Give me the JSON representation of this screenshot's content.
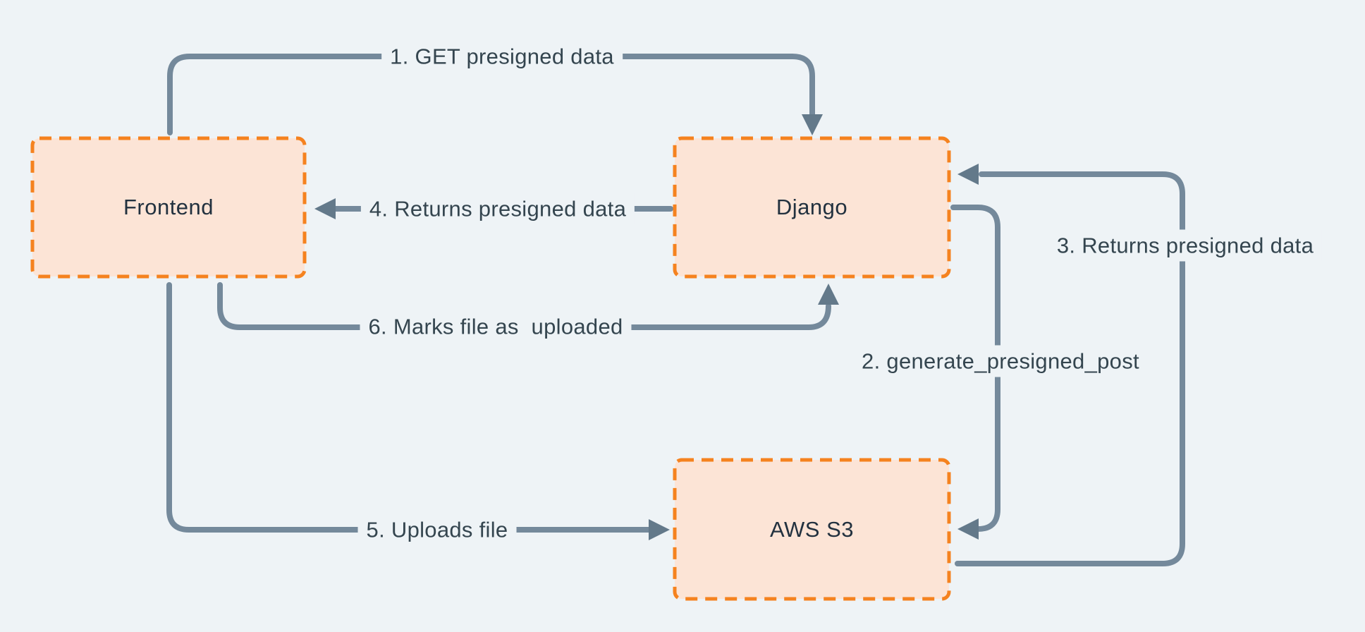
{
  "diagram": {
    "type": "flow-diagram",
    "description": "Presigned S3 upload flow between Frontend, Django and AWS S3"
  },
  "nodes": [
    {
      "id": "frontend",
      "label": "Frontend"
    },
    {
      "id": "django",
      "label": "Django"
    },
    {
      "id": "aws-s3",
      "label": "AWS S3"
    }
  ],
  "edges": [
    {
      "id": "1",
      "label": "1. GET presigned data",
      "from": "Frontend",
      "to": "Django"
    },
    {
      "id": "2",
      "label": "2. generate_presigned_post",
      "from": "Django",
      "to": "AWS S3"
    },
    {
      "id": "3",
      "label": "3. Returns presigned data",
      "from": "AWS S3",
      "to": "Django"
    },
    {
      "id": "4",
      "label": "4. Returns presigned data",
      "from": "Django",
      "to": "Frontend"
    },
    {
      "id": "5",
      "label": "5. Uploads file",
      "from": "Frontend",
      "to": "AWS S3"
    },
    {
      "id": "6",
      "label": "6. Marks file as  uploaded",
      "from": "Frontend",
      "to": "Django"
    }
  ],
  "colors": {
    "background": "#eef3f6",
    "node_fill": "#fce4d6",
    "node_border": "#f5821f",
    "edge_line": "#74899b",
    "edge_arrowhead": "#63798a",
    "node_text": "#22313f",
    "edge_text": "#34454f"
  }
}
